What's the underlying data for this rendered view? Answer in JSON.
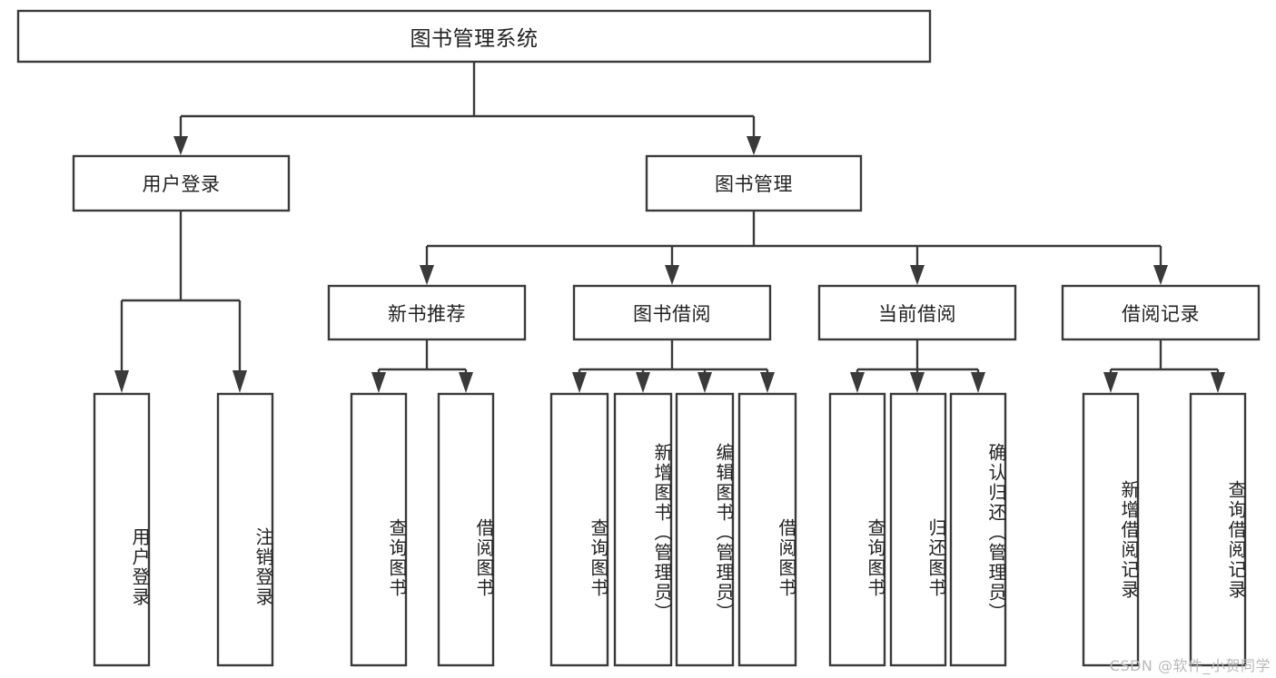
{
  "diagram": {
    "type": "tree-hierarchy",
    "title": "图书管理系统",
    "watermark": "CSDN @软件_小贺同学",
    "colors": {
      "stroke": "#3a3a3a",
      "box_fill": "#ffffff",
      "text": "#222222",
      "background": "#ffffff",
      "watermark": "#b9b9b9"
    },
    "levels": {
      "root": {
        "label": "图书管理系统"
      },
      "level2": [
        {
          "label": "用户登录"
        },
        {
          "label": "图书管理"
        }
      ],
      "level3": [
        {
          "label": "新书推荐"
        },
        {
          "label": "图书借阅"
        },
        {
          "label": "当前借阅"
        },
        {
          "label": "借阅记录"
        }
      ],
      "leaves": {
        "user_login": [
          {
            "label": "用户登录"
          },
          {
            "label": "注销登录"
          }
        ],
        "new_book": [
          {
            "label": "查询图书"
          },
          {
            "label": "借阅图书"
          }
        ],
        "book_borrow": [
          {
            "label": "查询图书"
          },
          {
            "label": "新增图书（管理员）"
          },
          {
            "label": "编辑图书（管理员）"
          },
          {
            "label": "借阅图书"
          }
        ],
        "current_borrow": [
          {
            "label": "查询图书"
          },
          {
            "label": "归还图书"
          },
          {
            "label": "确认归还（管理员）"
          }
        ],
        "borrow_record": [
          {
            "label": "新增借阅记录"
          },
          {
            "label": "查询借阅记录"
          }
        ]
      }
    }
  }
}
